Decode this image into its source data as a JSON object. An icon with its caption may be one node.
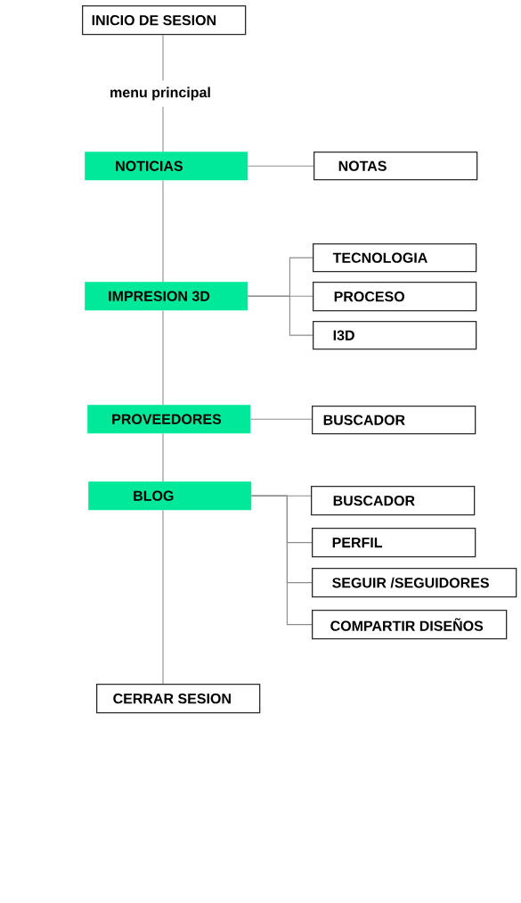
{
  "diagram": {
    "nodes": [
      {
        "text": [
          "INICIO DE SESION"
        ]
      },
      {
        "text": [
          "menu principal"
        ]
      },
      {
        "text": [
          "NOTICIAS"
        ]
      },
      {
        "text": [
          "NOTAS"
        ]
      },
      {
        "text": [
          "IMPRESION 3D"
        ]
      },
      {
        "text": [
          "TECNOLOGIA"
        ]
      },
      {
        "text": [
          "PROCESO"
        ]
      },
      {
        "text": [
          "I3D"
        ]
      },
      {
        "text": [
          "PROVEEDORES"
        ]
      },
      {
        "text": [
          "BUSCADOR"
        ]
      },
      {
        "text": [
          "BLOG"
        ]
      },
      {
        "text": [
          "BUSCADOR"
        ]
      },
      {
        "text": [
          "PERFIL"
        ]
      },
      {
        "text": [
          "SEGUIR /SEGUIDORES"
        ]
      },
      {
        "text": [
          "COMPARTIR DISEÑOS"
        ]
      },
      {
        "text": [
          "CERRAR SESION"
        ]
      }
    ],
    "edges": [
      {
        "from": 0,
        "to": 1,
        "arrow": "none"
      },
      {
        "from": 1,
        "to": 2,
        "arrow": "none"
      },
      {
        "from": 2,
        "to": 3,
        "arrow": "none"
      },
      {
        "from": 2,
        "to": 4,
        "arrow": "none"
      },
      {
        "from": 4,
        "to": 5,
        "arrow": "none"
      },
      {
        "from": 4,
        "to": 6,
        "arrow": "none"
      },
      {
        "from": 4,
        "to": 7,
        "arrow": "none"
      },
      {
        "from": 4,
        "to": 8,
        "arrow": "none"
      },
      {
        "from": 8,
        "to": 9,
        "arrow": "none"
      },
      {
        "from": 8,
        "to": 10,
        "arrow": "none"
      },
      {
        "from": 10,
        "to": 11,
        "arrow": "none"
      },
      {
        "from": 10,
        "to": 12,
        "arrow": "none"
      },
      {
        "from": 10,
        "to": 13,
        "arrow": "none"
      },
      {
        "from": 10,
        "to": 14,
        "arrow": "none"
      },
      {
        "from": 10,
        "to": 15,
        "arrow": "none"
      }
    ]
  }
}
